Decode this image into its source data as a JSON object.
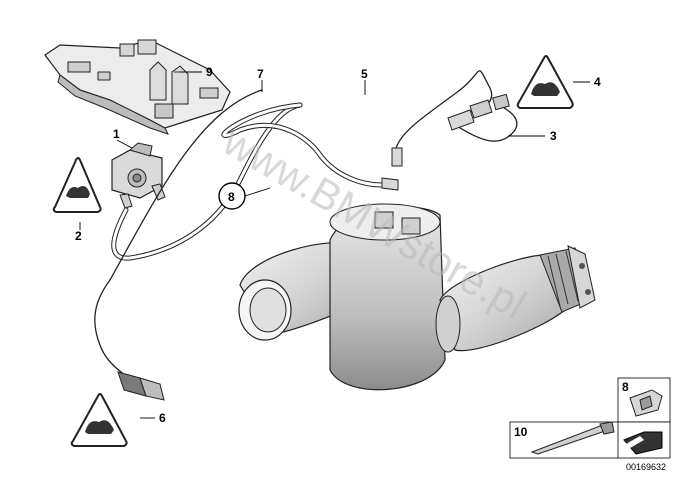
{
  "diagram": {
    "callouts": {
      "c1": "1",
      "c2": "2",
      "c3": "3",
      "c4": "4",
      "c5": "5",
      "c6": "6",
      "c7": "7",
      "c8": "8",
      "c9": "9",
      "c10": "10",
      "c8_box": "8"
    },
    "watermark": "www.BMWstore.pl",
    "diagram_number": "00169632"
  }
}
